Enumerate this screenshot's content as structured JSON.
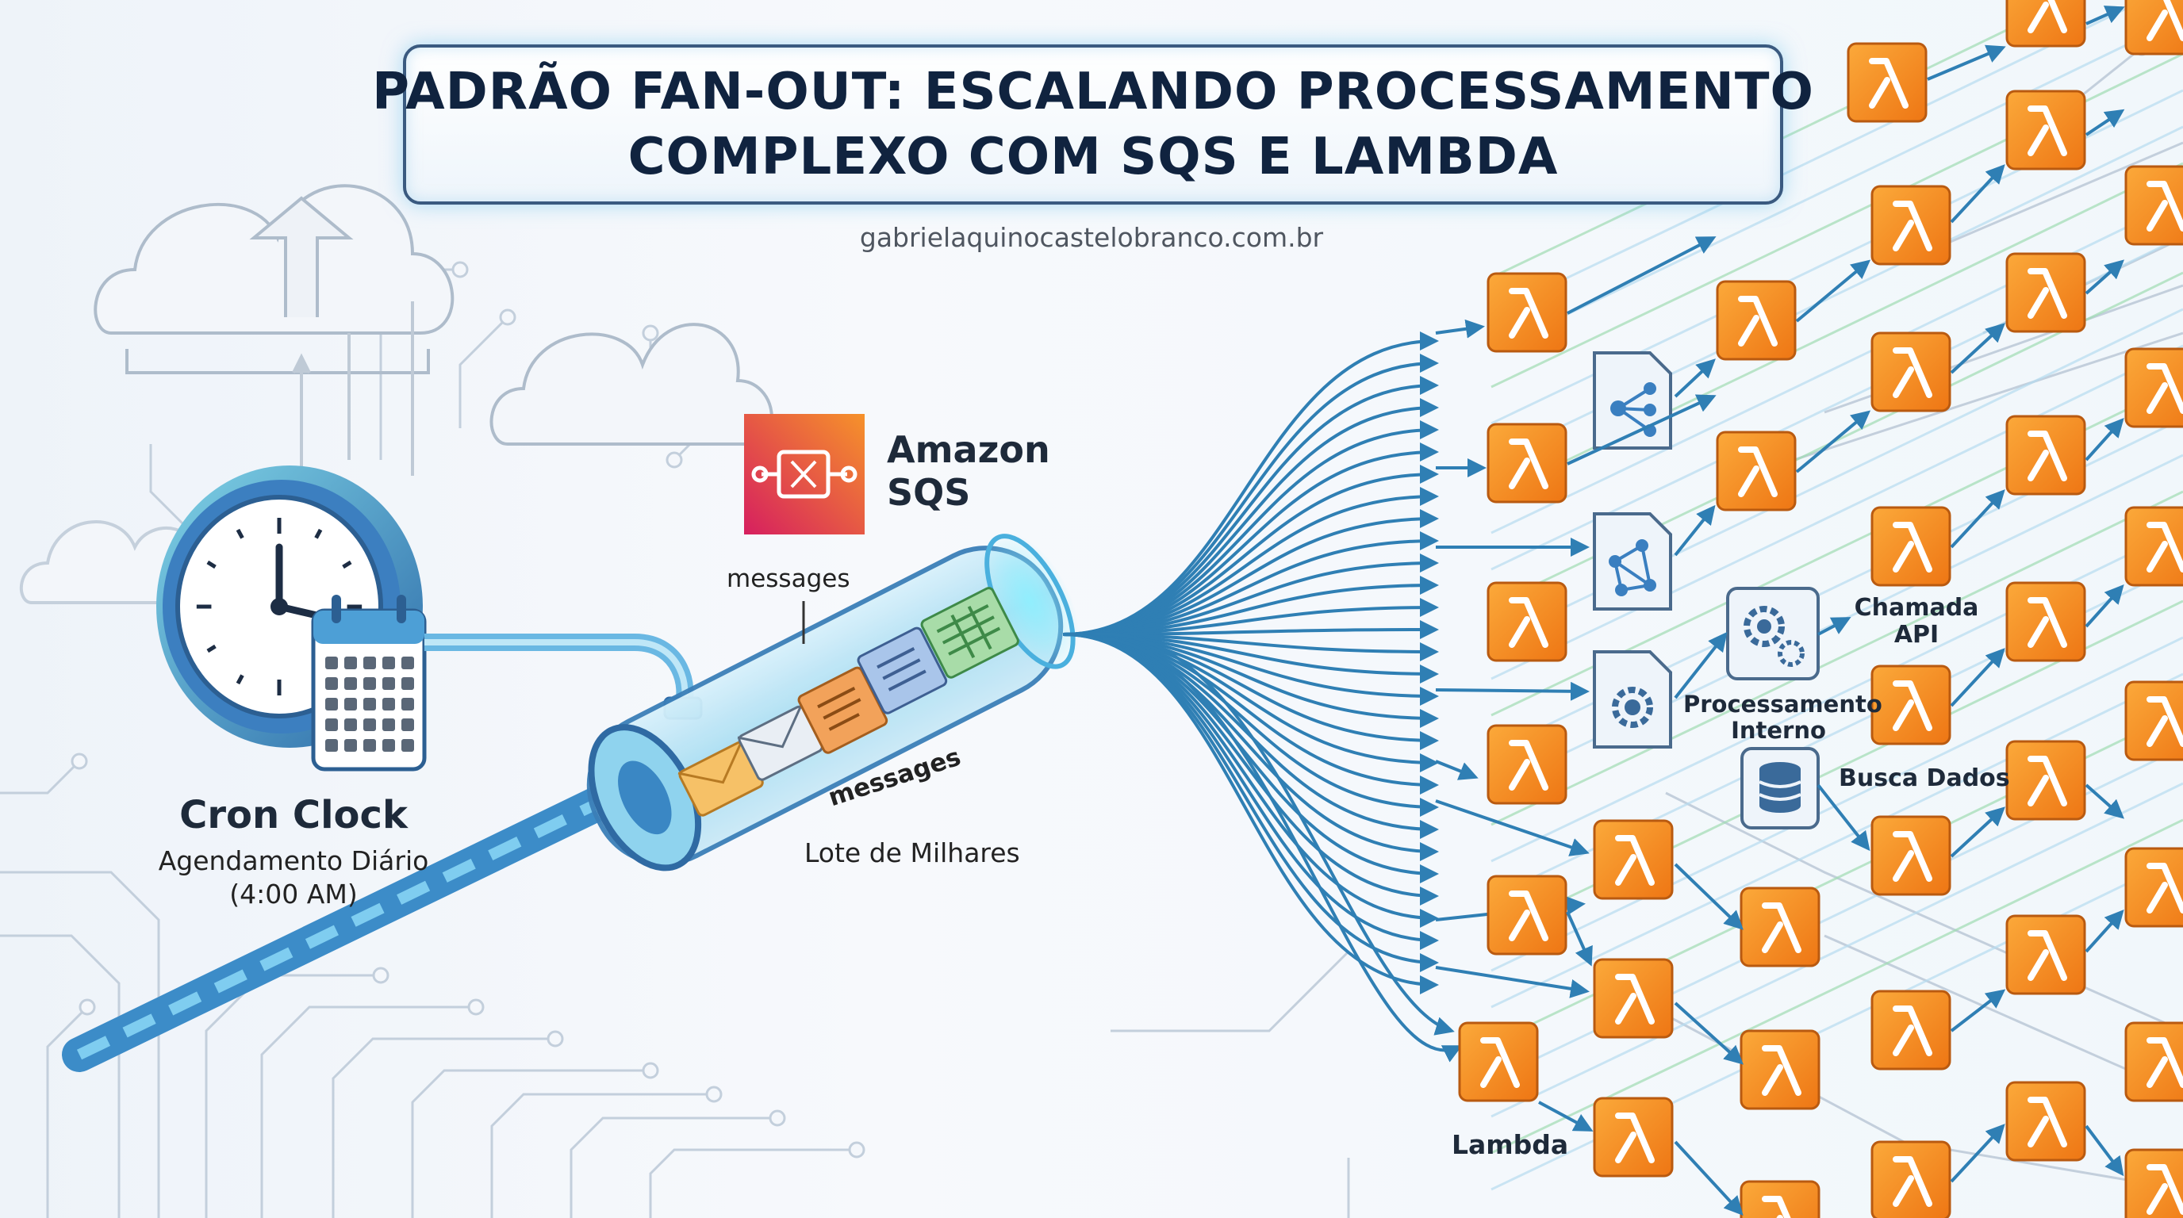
{
  "title": {
    "line1": "PADRÃO FAN-OUT: ESCALANDO PROCESSAMENTO",
    "line2": "COMPLEXO COM SQS E LAMBDA"
  },
  "website": "gabrielaquinocastelobranco.com.br",
  "cron": {
    "title": "Cron Clock",
    "subtitle": "Agendamento Diário",
    "time": "(4:00 AM)"
  },
  "sqs": {
    "name_line1": "Amazon",
    "name_line2": "SQS"
  },
  "queue": {
    "messages_label_top": "messages",
    "messages_label_bottom": "messages",
    "batch_label": "Lote de Milhares"
  },
  "lambda_label": "Lambda",
  "tasks": {
    "api_call": "Chamada API",
    "internal_processing": "Processamento Interno",
    "data_lookup": "Busca Dados"
  },
  "colors": {
    "lambda_orange": "#f58a1f",
    "sqs_pink": "#e0325a",
    "sqs_orange": "#f0832a",
    "title_text": "#10233f",
    "fanout_blue": "#2f7fb4"
  },
  "icons": [
    "clock-icon",
    "calendar-icon",
    "cloud-icon",
    "sqs-queue-icon",
    "envelope-icon",
    "lambda-icon",
    "document-network-icon",
    "gear-icon",
    "database-icon"
  ]
}
